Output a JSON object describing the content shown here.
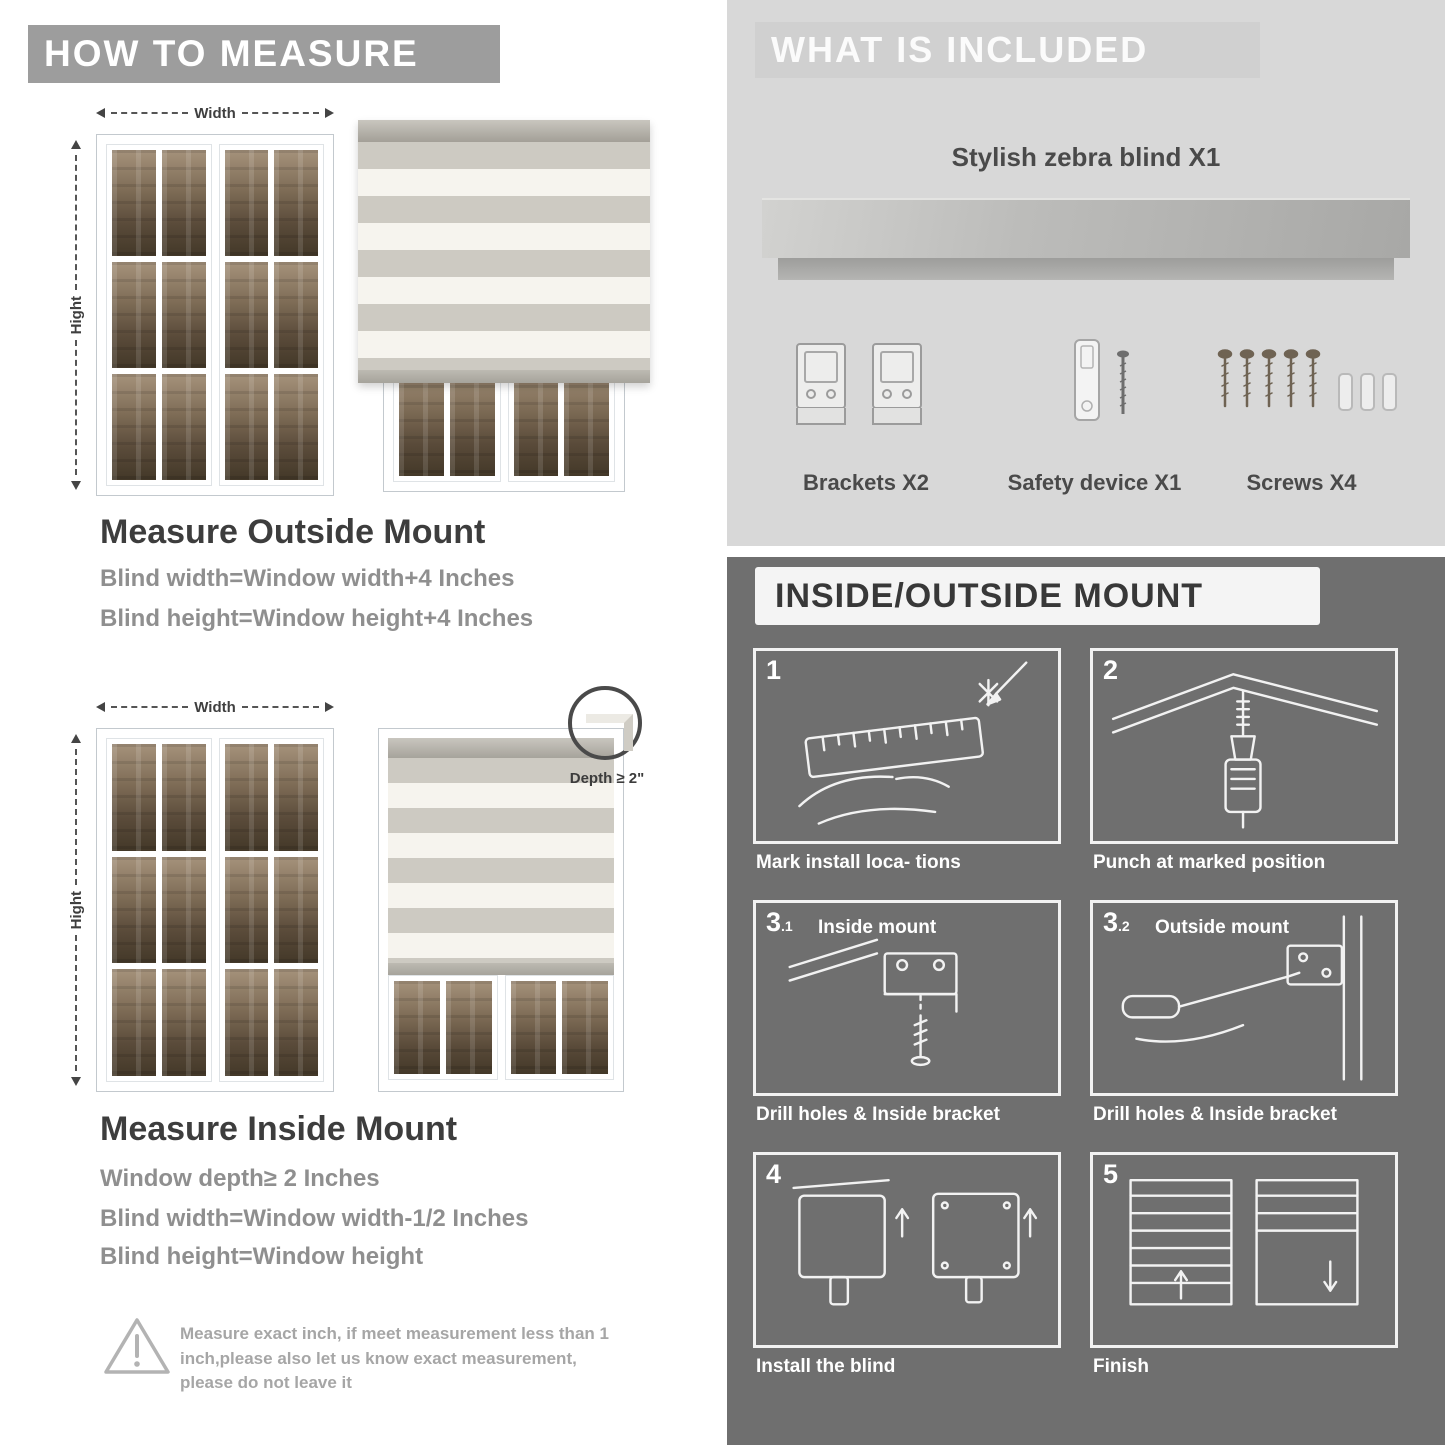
{
  "colors": {
    "banner_gray": "#9d9d9d",
    "included_bg": "#d8d8d8",
    "mount_bg": "#6f6f6f",
    "heading_text": "#3d3d3d",
    "body_text": "#8f8f8f"
  },
  "left": {
    "banner": "HOW TO MEASURE",
    "labels": {
      "width": "Width",
      "height": "Hight"
    },
    "outside_mount": {
      "title": "Measure Outside Mount",
      "lines": [
        "Blind width=Window width+4 Inches",
        "Blind height=Window height+4 Inches"
      ]
    },
    "inside_mount": {
      "title": "Measure Inside Mount",
      "depth_note": "Depth ≥ 2\"",
      "lines": [
        "Window depth≥ 2 Inches",
        "Blind width=Window width-1/2 Inches",
        "Blind height=Window height"
      ]
    },
    "warning": "Measure exact inch, if meet measurement less than 1 inch,please also let us know exact measurement, please do not leave it"
  },
  "right": {
    "included": {
      "banner": "WHAT IS INCLUDED",
      "blind_label": "Stylish zebra blind X1",
      "parts": [
        {
          "label": "Brackets X2"
        },
        {
          "label": "Safety device X1"
        },
        {
          "label": "Screws X4"
        }
      ]
    },
    "mount": {
      "banner": "INSIDE/OUTSIDE MOUNT",
      "steps": [
        {
          "num": "1",
          "sub": "",
          "title": "",
          "caption": "Mark install loca- tions"
        },
        {
          "num": "2",
          "sub": "",
          "title": "",
          "caption": "Punch at  marked position"
        },
        {
          "num": "3",
          "sub": ".1",
          "title": "Inside mount",
          "caption": "Drill holes &  Inside bracket"
        },
        {
          "num": "3",
          "sub": ".2",
          "title": "Outside mount",
          "caption": "Drill holes &  Inside bracket"
        },
        {
          "num": "4",
          "sub": "",
          "title": "",
          "caption": "Install the blind"
        },
        {
          "num": "5",
          "sub": "",
          "title": "",
          "caption": "Finish"
        }
      ]
    }
  }
}
